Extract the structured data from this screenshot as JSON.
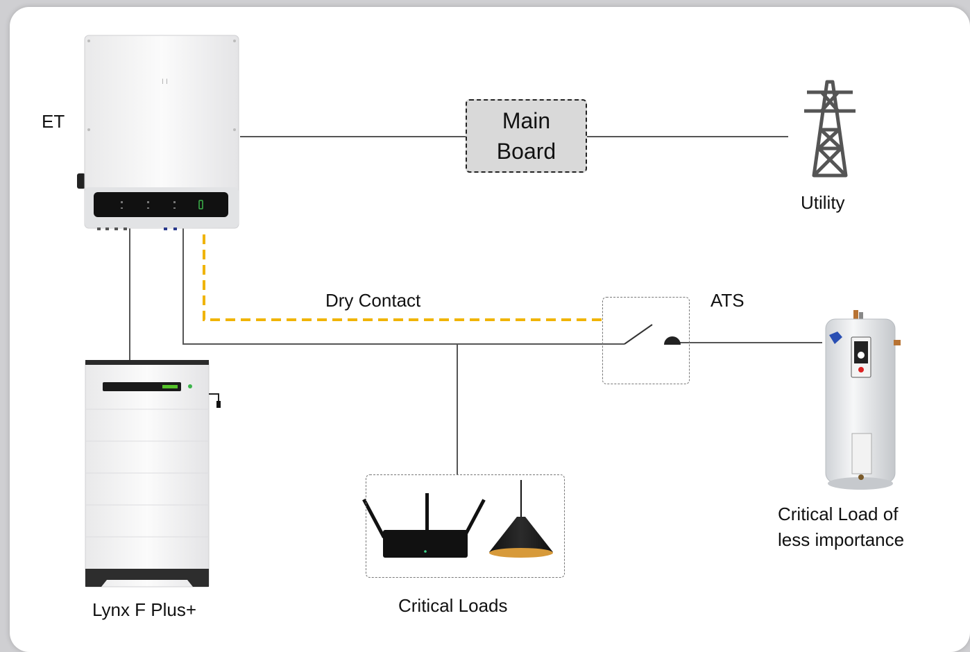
{
  "nodes": {
    "inverter": {
      "label": "ET"
    },
    "main_board": {
      "line1": "Main",
      "line2": "Board"
    },
    "utility": {
      "label": "Utility"
    },
    "dry_contact": {
      "label": "Dry Contact"
    },
    "ats": {
      "label": "ATS"
    },
    "battery": {
      "label": "Lynx F Plus+"
    },
    "critical_loads": {
      "label": "Critical Loads"
    },
    "water_heater": {
      "line1": "Critical Load of",
      "line2": "less importance"
    }
  },
  "colors": {
    "wire": "#555555",
    "dry_contact_wire": "#f0b400",
    "main_board_fill": "#d9d9d9",
    "background": "#cfcfd2"
  },
  "icons": [
    "inverter-icon",
    "transmission-tower-icon",
    "battery-icon",
    "router-icon",
    "pendant-lamp-icon",
    "water-heater-icon",
    "switch-icon"
  ]
}
